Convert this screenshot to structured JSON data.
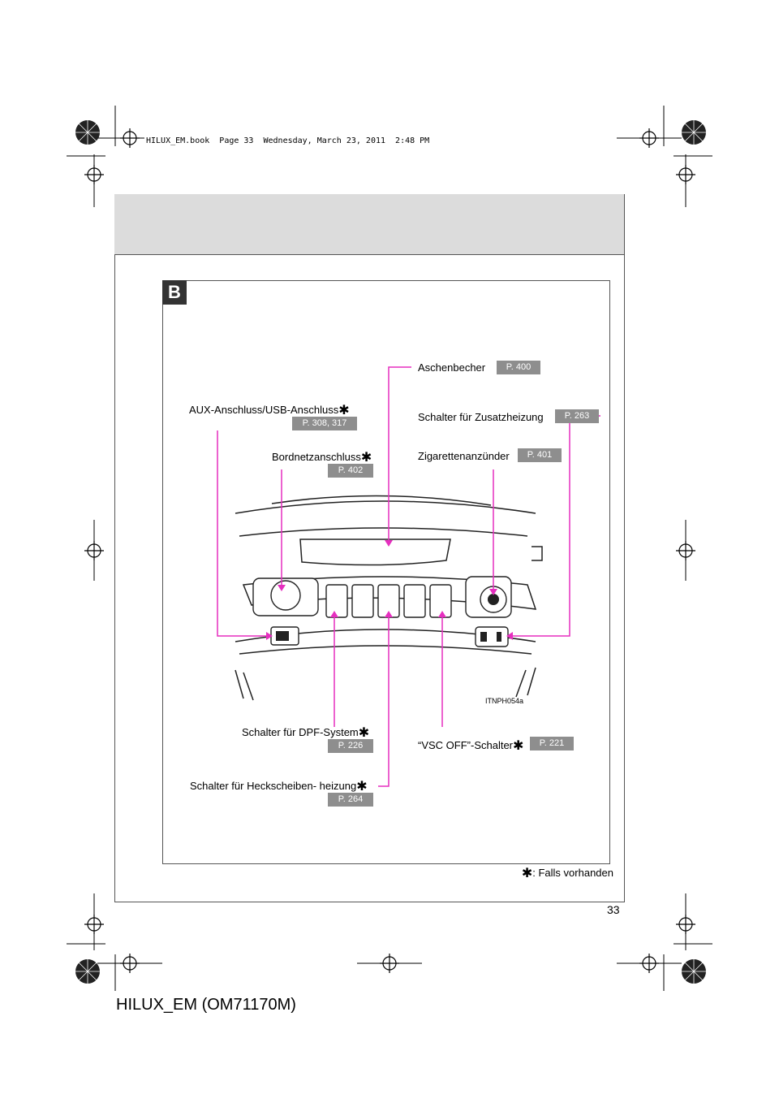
{
  "header_text": "HILUX_EM.book  Page 33  Wednesday, March 23, 2011  2:48 PM",
  "section_badge": "B",
  "labels": {
    "aschenbecher": "Aschenbecher",
    "aux_usb": "AUX-Anschluss/USB-Anschluss",
    "zusatzheizung": "Schalter für Zusatzheizung",
    "bordnetz": "Bordnetzanschluss",
    "zigarette": "Zigarettenanzünder",
    "dpf": "Schalter für DPF-System",
    "vsc": "“VSC OFF”-Schalter",
    "heckscheibe": "Schalter für Heckscheiben- heizung"
  },
  "refs": {
    "aschenbecher": "P. 400",
    "aux_usb": "P. 308, 317",
    "zusatzheizung": "P. 263",
    "bordnetz": "P. 402",
    "zigarette": "P. 401",
    "dpf": "P. 226",
    "vsc": "P. 221",
    "heckscheibe": "P. 264"
  },
  "star_symbol": "✱",
  "image_code": "ITNPH054a",
  "footnote": ": Falls vorhanden",
  "page_number": "33",
  "document_id": "HILUX_EM (OM71170M)",
  "callout_color": "#e62fbf"
}
